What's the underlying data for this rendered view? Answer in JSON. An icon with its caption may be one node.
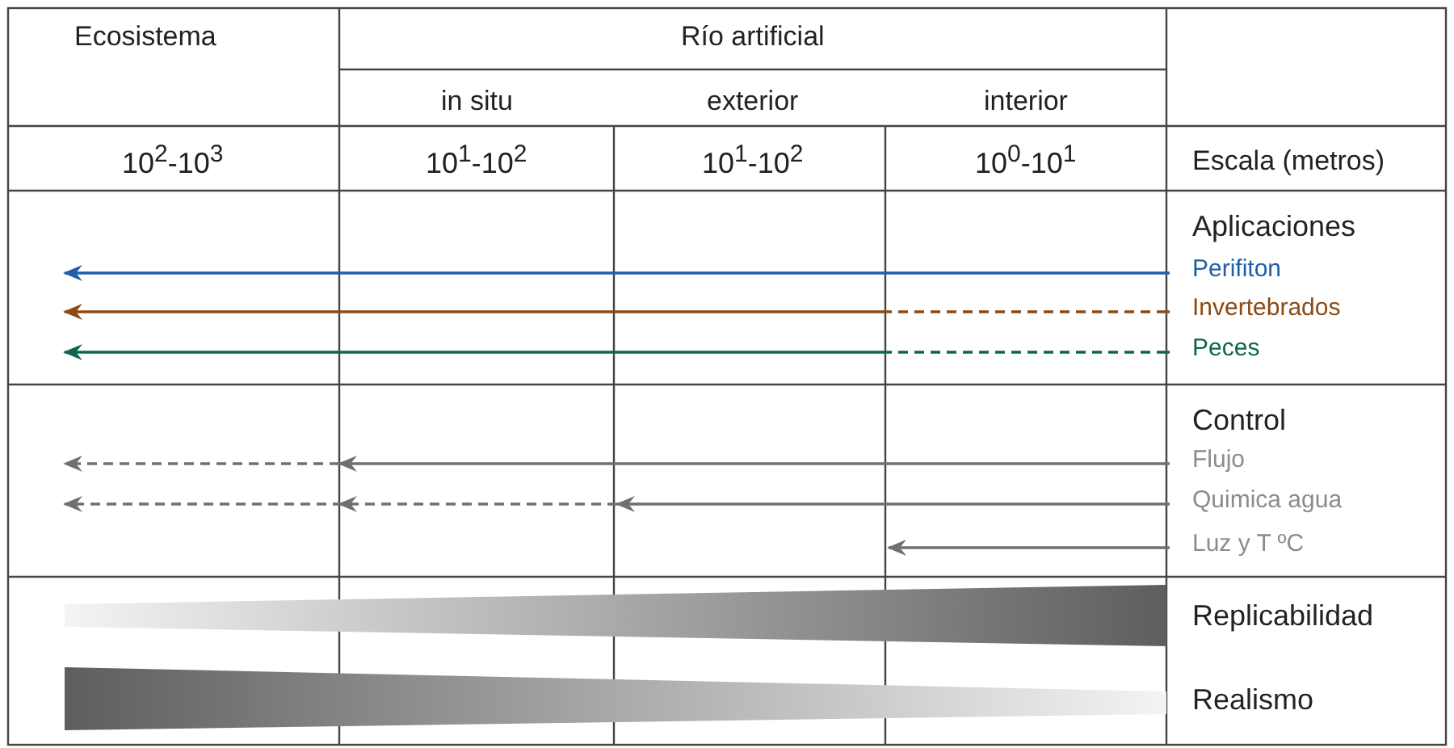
{
  "diagram": {
    "nodes": [
      {
        "text": [
          "Perifiton"
        ]
      },
      {
        "text": [
          "Invertebrados"
        ]
      },
      {
        "text": [
          "Peces"
        ]
      },
      {
        "text": [
          "Flujo"
        ]
      },
      {
        "text": [
          "Quimica agua"
        ]
      },
      {
        "text": [
          "Luz y T ºC"
        ]
      }
    ],
    "edges": [
      {
        "from": 0,
        "to": null,
        "arrow": "to",
        "color": "#1f5fa8"
      },
      {
        "from": 1,
        "to": null,
        "arrow": "to",
        "style": "dashed",
        "color": "#8a4a12"
      },
      {
        "from": 2,
        "to": null,
        "arrow": "to",
        "style": "dashed",
        "color": "#0b6650"
      },
      {
        "from": 3,
        "to": null,
        "arrow": "to",
        "style": "dashed",
        "color": "#707070"
      },
      {
        "from": 4,
        "to": null,
        "arrow": "to",
        "style": "dashed",
        "color": "#707070"
      },
      {
        "from": 5,
        "to": null,
        "arrow": "to",
        "color": "#707070"
      }
    ],
    "labels": [
      "Ecosistema",
      "Río artificial",
      "in situ",
      "exterior",
      "interior",
      "10$^{2}$-10$^{3}$",
      "10$^{1}$-10$^{2}$",
      "10$^{1}$-10$^{2}$",
      "10$^{0}$-10$^{1}$",
      "Escala (metros)",
      "Aplicaciones",
      "Control",
      "Replicabilidad",
      "Realismo"
    ]
  }
}
